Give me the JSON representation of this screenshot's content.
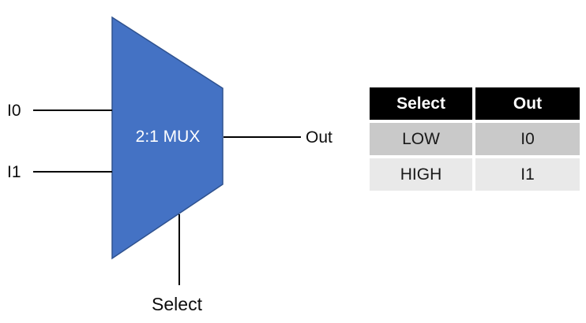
{
  "diagram": {
    "mux_label": "2:1 MUX",
    "input0_label": "I0",
    "input1_label": "I1",
    "output_label": "Out",
    "select_label": "Select",
    "shape_fill_color": "#4472C4",
    "shape_border_color": "#2F528F",
    "wire_color": "#000000"
  },
  "table": {
    "headers": [
      "Select",
      "Out"
    ],
    "rows": [
      [
        "LOW",
        "I0"
      ],
      [
        "HIGH",
        "I1"
      ]
    ],
    "header_bg_color": "#000000",
    "header_text_color": "#FFFFFF",
    "row_bg_colors": [
      "#C9C9C9",
      "#E9E9E9"
    ]
  }
}
